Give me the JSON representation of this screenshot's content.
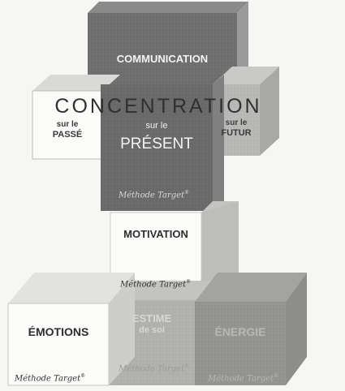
{
  "blocks": {
    "communication": {
      "label": "COMMUNICATION"
    },
    "concentration": {
      "label": "CONCENTRATION"
    },
    "passe": {
      "label_line1": "sur le",
      "label_line2": "PASSÉ"
    },
    "present": {
      "label_line1": "sur le",
      "label_line2": "PRÉSENT"
    },
    "futur": {
      "label_line1": "sur le",
      "label_line2": "FUTUR"
    },
    "motivation": {
      "label": "MOTIVATION"
    },
    "emotions": {
      "label": "ÉMOTIONS"
    },
    "estime": {
      "label_line1": "ESTIME",
      "label_line2": "de soi"
    },
    "energie": {
      "label": "ÉNERGIE"
    }
  },
  "brand": {
    "signature": "Méthode Target",
    "registered_mark": "®"
  },
  "colors": {
    "dark_gray": "#6b6b6b",
    "medium_gray": "#8f8f8f",
    "light_gray": "#bdbdbd",
    "pale_gray": "#d8d8d8",
    "white_face": "#fbfbfa",
    "ink": "#2e2e2e"
  }
}
